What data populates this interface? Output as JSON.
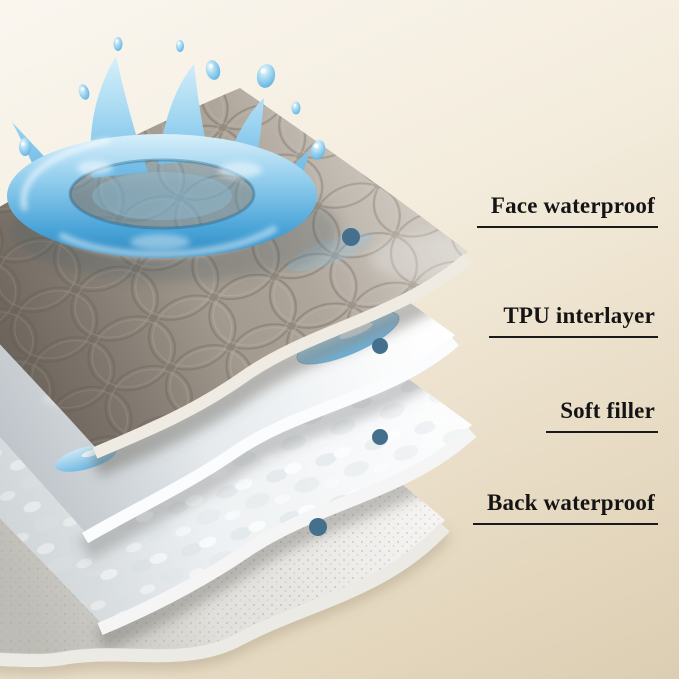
{
  "callouts": [
    {
      "id": "face-waterproof",
      "label": "Face waterproof"
    },
    {
      "id": "tpu-interlayer",
      "label": "TPU interlayer"
    },
    {
      "id": "soft-filler",
      "label": "Soft filler"
    },
    {
      "id": "back-waterproof",
      "label": "Back waterproof"
    }
  ],
  "illustration": {
    "type": "layered-fabric-cutaway",
    "layers": [
      "quilted-top-fabric",
      "tpu-film",
      "soft-filler-batting",
      "back-fabric"
    ],
    "decoration": "water-splash-with-droplets"
  },
  "colors": {
    "background": "#efe6d4",
    "text": "#141414",
    "underline": "#1a1a1a",
    "marker_dot": "#44708e",
    "water": "#56aedf",
    "top_fabric": "#a39a8f",
    "tpu_film": "#e9edf0",
    "soft_filler": "#eef1f3",
    "back_layer": "#e3e2de"
  }
}
